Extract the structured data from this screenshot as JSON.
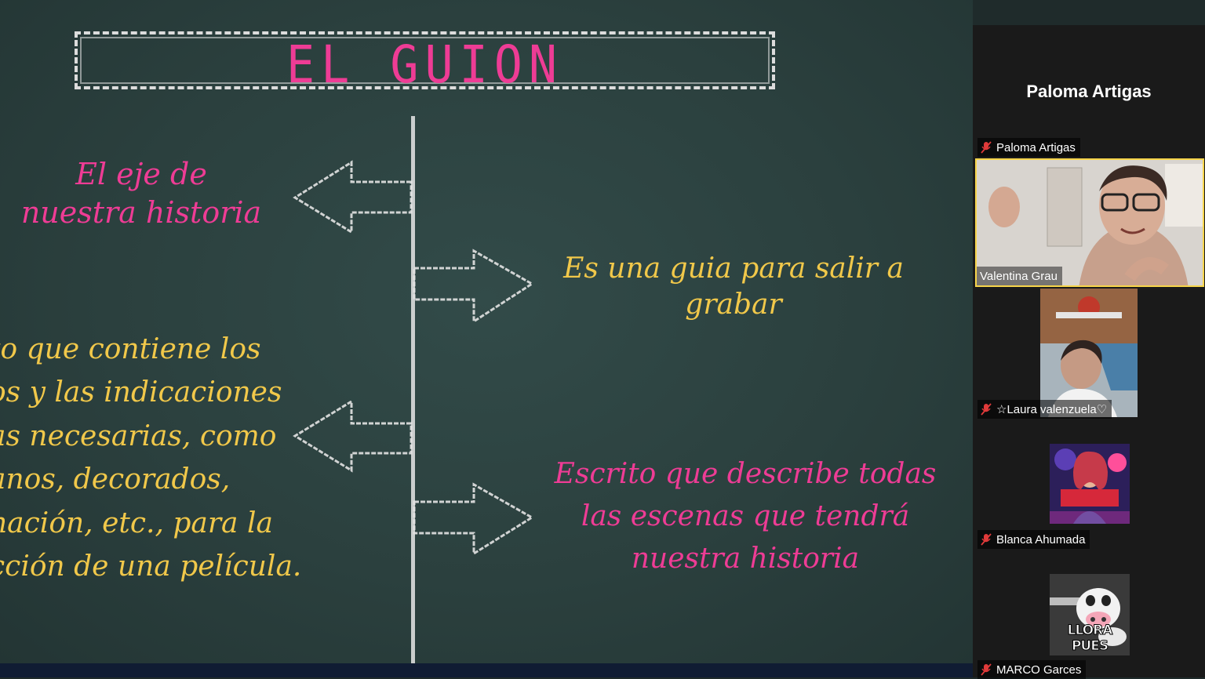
{
  "slide": {
    "title": "EL GUION",
    "point_1": "El eje de nuestra historia",
    "point_2": "Es una guia para salir a grabar",
    "point_3_lines": [
      "to que contiene los",
      "os y las indicaciones",
      "as necesarias, como",
      "anos, decorados,",
      "nación, etc., para la",
      "cción de una película."
    ],
    "point_4": "Escrito que describe todas las escenas que tendrá nuestra historia",
    "colors": {
      "pink": "#ee3c95",
      "yellow": "#f1c84a",
      "chalk": "#e6e6e6",
      "board": "#2b403e"
    }
  },
  "meeting": {
    "active_speaker": "Paloma Artigas",
    "participants": [
      {
        "name": "Paloma Artigas",
        "muted": true,
        "video": "none"
      },
      {
        "name": "Valentina Grau",
        "muted": false,
        "video": "camera",
        "highlighted": true
      },
      {
        "name": "☆Laura valenzuela♡",
        "muted": true,
        "video": "camera"
      },
      {
        "name": "Blanca Ahumada",
        "muted": true,
        "video": "avatar-image"
      },
      {
        "name": "MARCO Garces",
        "muted": true,
        "video": "avatar-image",
        "avatar_caption": "LLORA PUES"
      }
    ],
    "icons": {
      "muted": "mic-muted-icon"
    },
    "accent_color": "#f7d54a"
  }
}
